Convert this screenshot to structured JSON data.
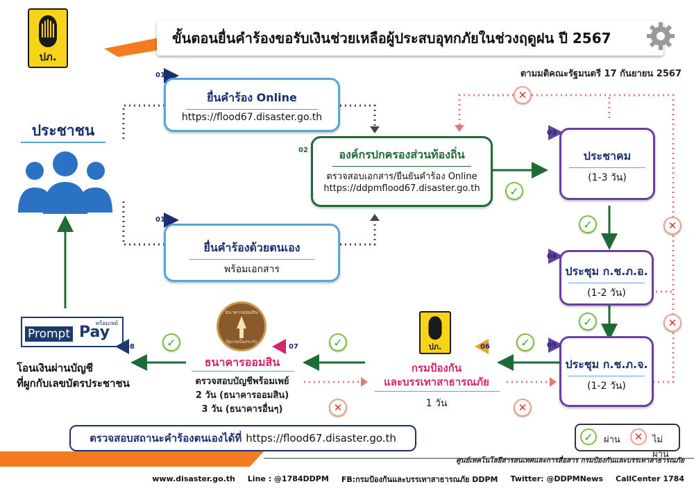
{
  "logo_text": "ปภ.",
  "title": "ขั้นตอนยื่นคำร้องขอรับเงินช่วยเหลือผู้ประสบอุทกภัยในช่วงฤดูฝน ปี 2567",
  "subtitle": "ตามมติคณะรัฐมนตรี 17 กันยายน 2567",
  "people": {
    "label": "ประชาชน"
  },
  "step_online": {
    "num": "01",
    "title": "ยื่นคำร้อง Online",
    "url": "https://flood67.disaster.go.th"
  },
  "step_self": {
    "num": "01",
    "title": "ยื่นคำร้องด้วยตนเอง",
    "detail": "พร้อมเอกสาร"
  },
  "step_local": {
    "num": "02",
    "title": "องค์กรปกครองส่วนท้องถิ่น",
    "detail": "ตรวจสอบเอกสาร/ยืนยันคำร้อง Online",
    "url": "https://ddpmflood67.disaster.go.th"
  },
  "step_community": {
    "num": "03",
    "title": "ประชาคม",
    "duration": "(1-3 วัน)"
  },
  "step_kchpo": {
    "num": "04",
    "title": "ประชุม ก.ช.ภ.อ.",
    "duration": "(1-2 วัน)"
  },
  "step_kchpj": {
    "num": "05",
    "title": "ประชุม ก.ช.ภ.จ.",
    "duration": "(1-2 วัน)"
  },
  "step_ddpm": {
    "num": "06",
    "title": "กรมป้องกัน",
    "title2": "และบรรเทาสาธารณภัย",
    "duration": "1 วัน"
  },
  "step_gsb": {
    "num": "07",
    "title": "ธนาคารออมสิน",
    "detail": "ตรวจสอบบัญชีพร้อมเพย์",
    "d1": "2 วัน (ธนาคารออมสิน)",
    "d2": "3 วัน (ธนาคารอื่นๆ)",
    "seal_text": "ธนาคารออมสิน",
    "seal_sub": "รัฐบาลเป็นประกัน"
  },
  "step_promptpay": {
    "num": "08",
    "logo_top": "พร้อมเพย์",
    "logo_left": "Prompt",
    "logo_right": "Pay",
    "line1": "โอนเงินผ่านบัญชี",
    "line2": "ที่ผูกกับเลขบัตรประชาชน"
  },
  "check_status": {
    "label": "ตรวจสอบสถานะคำร้องตนเองได้ที่",
    "url": "https://flood67.disaster.go.th"
  },
  "legend": {
    "pass": "ผ่าน",
    "fail": "ไม่ผ่าน"
  },
  "credit": "ศูนย์เทคโนโลยีสารสนเทศและการสื่อสาร กรมป้องกันและบรรเทาสาธารณภัย",
  "footer": {
    "website": "www.disaster.go.th",
    "line": "Line : @1784DDPM",
    "fb": "FB:กรมป้องกันและบรรเทาสาธารณภัย DDPM",
    "twitter": "Twitter: @DDPMNews",
    "callcenter": "CallCenter 1784"
  },
  "colors": {
    "orange": "#f47c20",
    "navy": "#1b2f6e",
    "green": "#1e6b35",
    "purple": "#6b3fa0",
    "red": "#d9332b",
    "blue_border": "#5aa4d4",
    "pink": "#d6246e"
  }
}
